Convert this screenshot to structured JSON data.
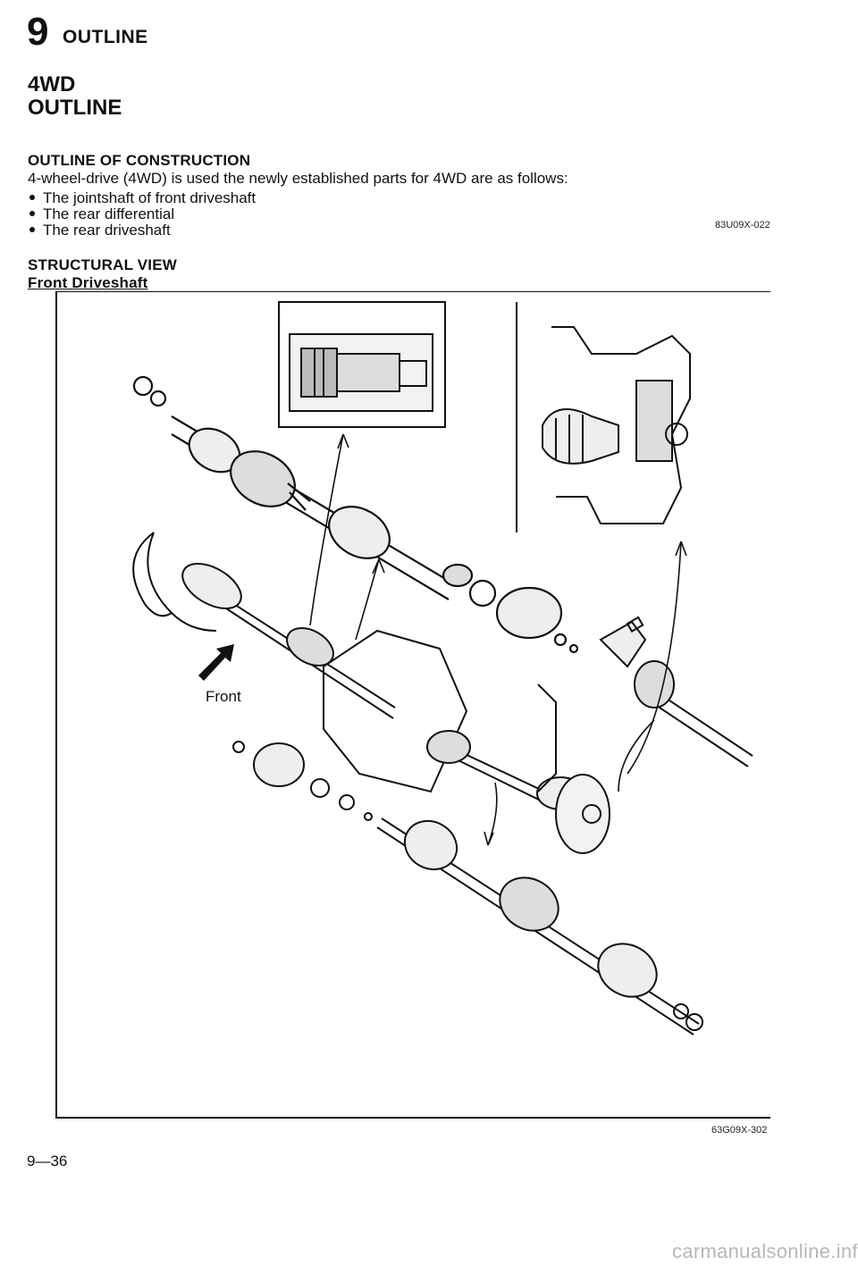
{
  "header": {
    "chapter_number": "9",
    "chapter_title": "OUTLINE"
  },
  "section": {
    "title_line1": "4WD",
    "title_line2": "OUTLINE"
  },
  "construction": {
    "heading": "OUTLINE OF CONSTRUCTION",
    "intro": "4-wheel-drive (4WD) is used the newly established parts for 4WD are as follows:",
    "bullets": [
      "The jointshaft of front driveshaft",
      "The rear differential",
      "The rear driveshaft"
    ],
    "code": "83U09X-022"
  },
  "structural": {
    "heading": "STRUCTURAL VIEW",
    "subheading": "Front Driveshaft",
    "front_label": "Front",
    "code": "63G09X-302"
  },
  "footer": {
    "page_number": "9—36",
    "watermark": "carmanualsonline.info"
  }
}
